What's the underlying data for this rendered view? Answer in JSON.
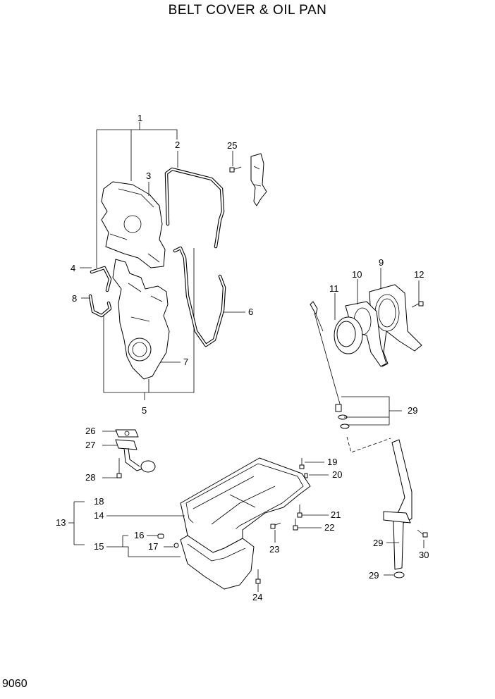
{
  "title": "BELT COVER & OIL PAN",
  "page_code": "9060",
  "callouts": {
    "c1": "1",
    "c2": "2",
    "c3": "3",
    "c4": "4",
    "c5": "5",
    "c6": "6",
    "c7": "7",
    "c8": "8",
    "c9": "9",
    "c10": "10",
    "c11": "11",
    "c12": "12",
    "c13": "13",
    "c14": "14",
    "c15": "15",
    "c16": "16",
    "c17": "17",
    "c18": "18",
    "c19": "19",
    "c20": "20",
    "c21": "21",
    "c22": "22",
    "c23": "23",
    "c24": "24",
    "c25": "25",
    "c26": "26",
    "c27": "27",
    "c28": "28",
    "c29a": "29",
    "c29b": "29",
    "c29c": "29",
    "c30": "30"
  }
}
